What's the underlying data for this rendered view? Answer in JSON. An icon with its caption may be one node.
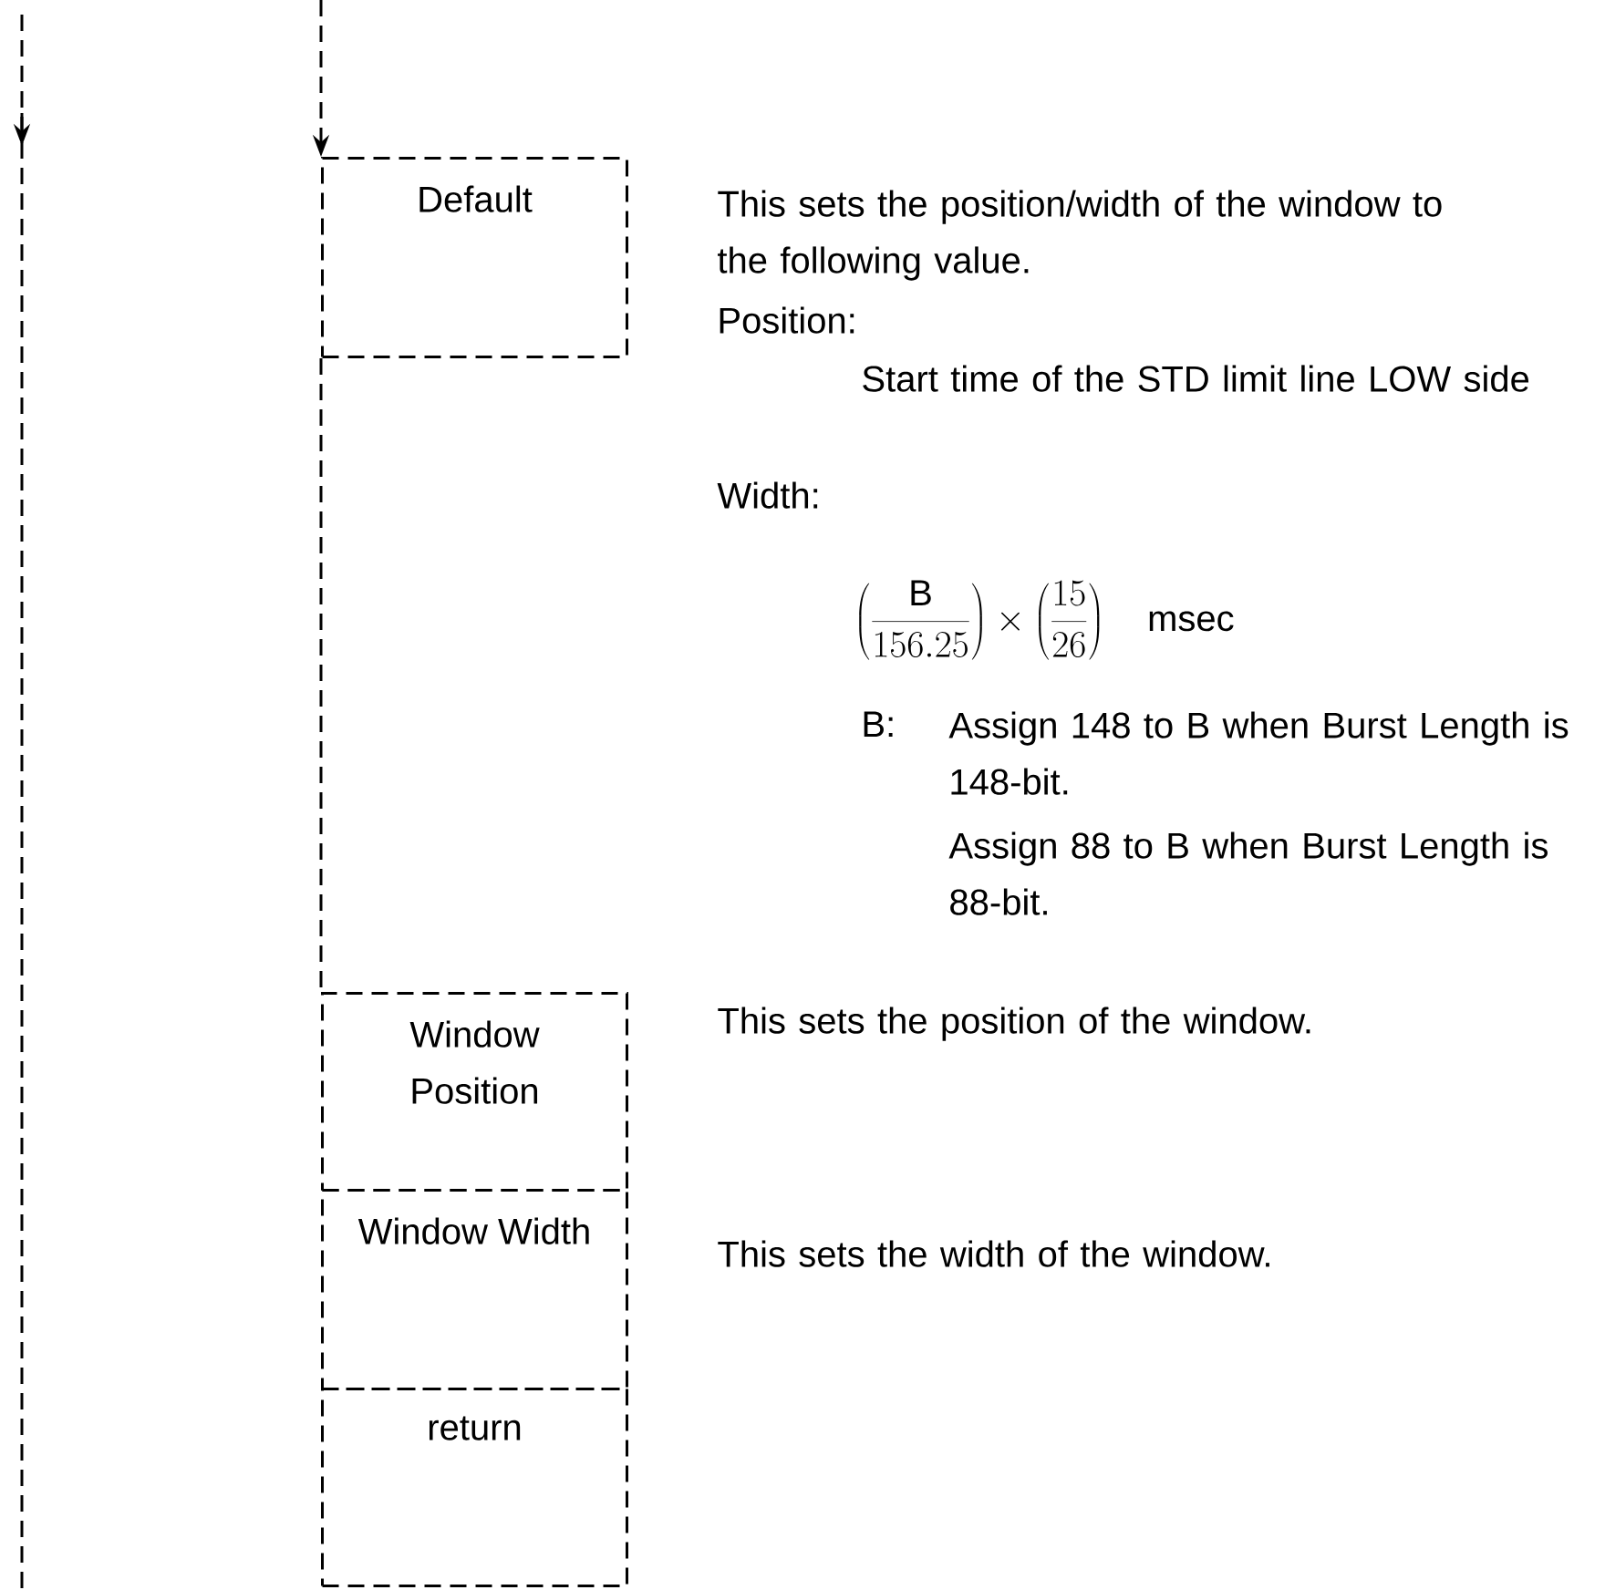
{
  "diagram": {
    "nodes": [
      {
        "text": [
          "Default"
        ],
        "beside": [
          "This sets the position/width of the window to the following value.",
          "Position:",
          "Start time of the STD limit line LOW side",
          "Width:",
          "\\left(\\frac{\\mathrm{B}}{156.25}\\right) \\times \\left(\\frac{15}{26}\\right) \\quad \\mathrm{msec}",
          "B:",
          "Assign 148 to B when Burst Length is 148-bit.",
          "Assign 88 to B when Burst Length is 88-bit."
        ]
      },
      {
        "text": [
          "Window Position"
        ],
        "beside": [
          "This sets the position of the window."
        ]
      },
      {
        "text": [
          "Window Width"
        ],
        "beside": [
          "This sets the width of the window."
        ]
      },
      {
        "text": [
          "return"
        ]
      }
    ],
    "edges": [
      {
        "from": null,
        "to": 0,
        "arrow": "to"
      },
      {
        "from": 0,
        "to": 1,
        "arrow": "none"
      }
    ]
  }
}
